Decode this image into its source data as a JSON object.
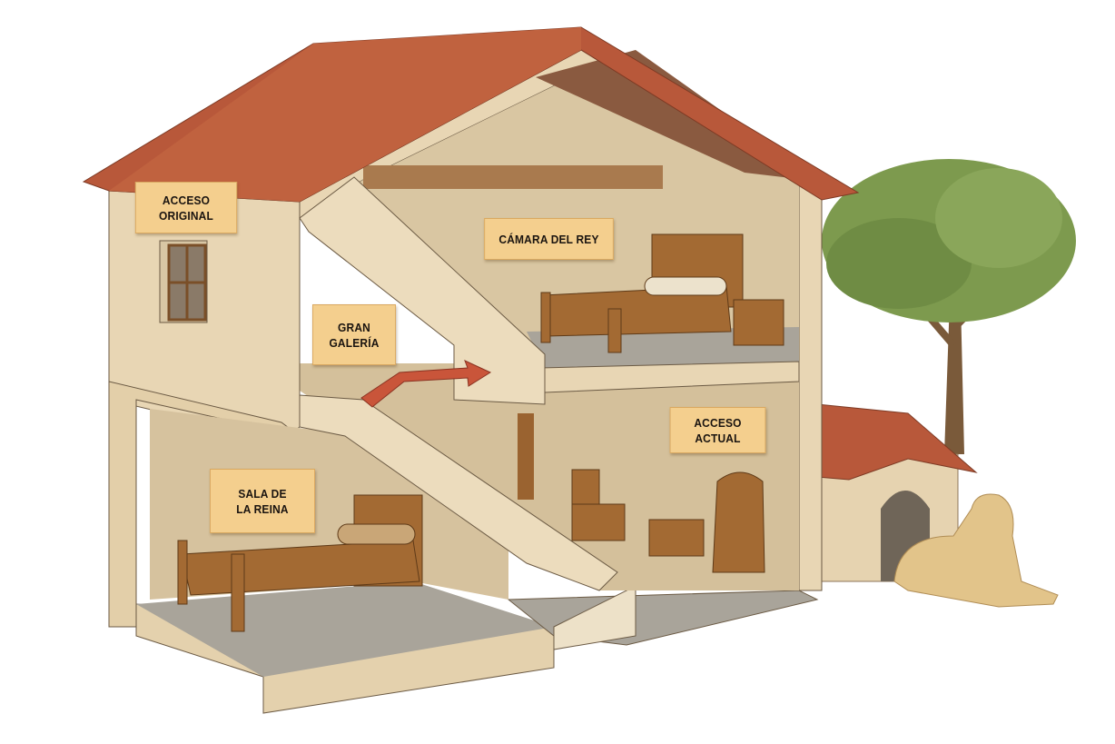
{
  "labels": {
    "acceso_original": "ACCESO\nORIGINAL",
    "camara_del_rey": "CÁMARA DEL REY",
    "gran_galeria": "GRAN\nGALERÍA",
    "acceso_actual": "ACCESO\nACTUAL",
    "sala_de_la_reina": "SALA DE\nLA REINA"
  },
  "colors": {
    "roof": "#b8583a",
    "wall": "#e8d6b4",
    "interior": "#d9c6a2",
    "floor": "#a9a49a",
    "wood": "#9a6330",
    "arrow": "#c9553a",
    "tree": "#7d9a4e",
    "label_bg": "#f4cf8e"
  }
}
